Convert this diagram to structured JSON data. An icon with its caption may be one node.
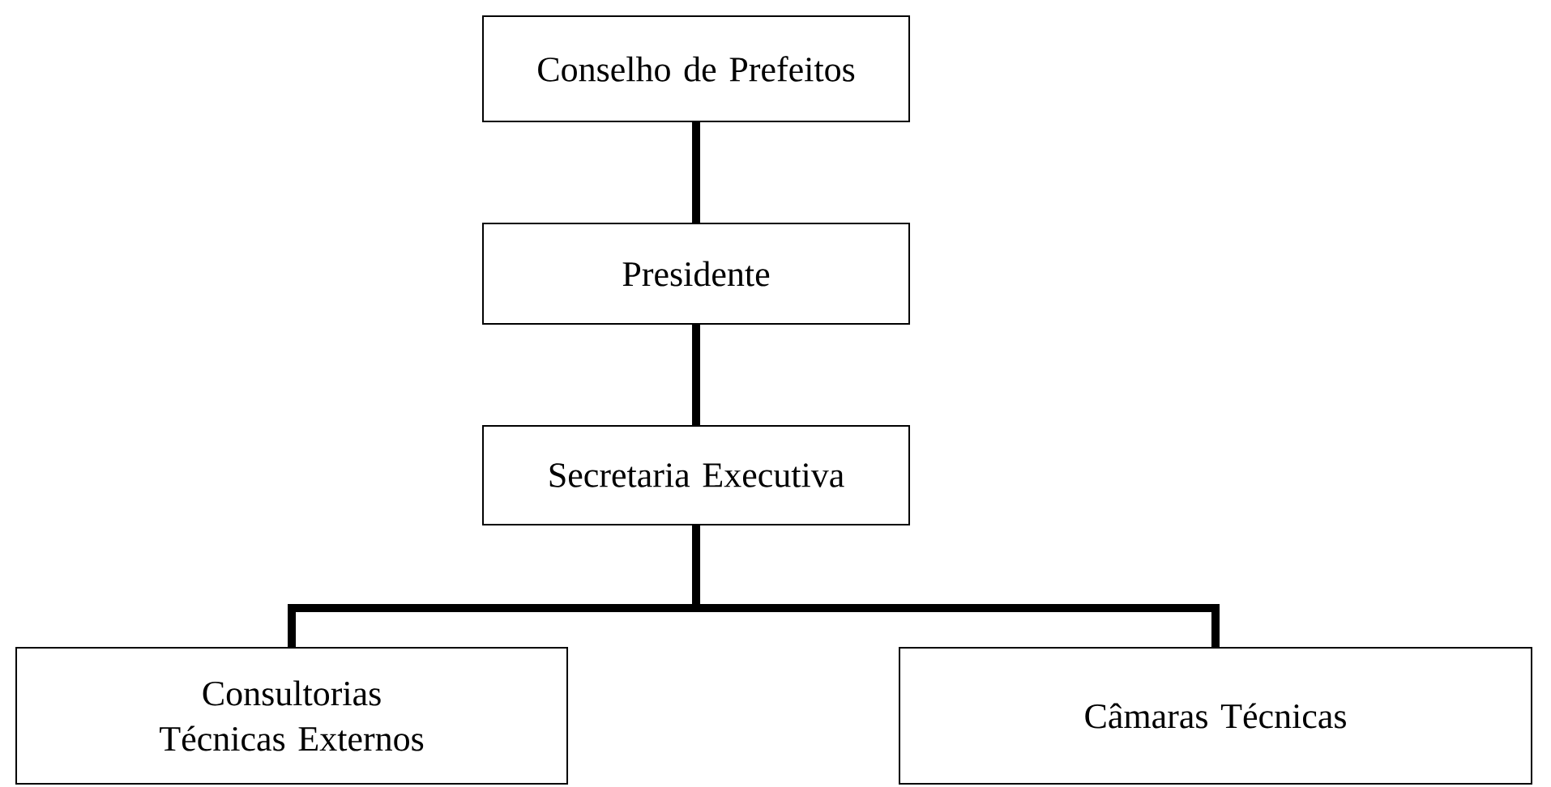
{
  "diagram": {
    "nodes": [
      {
        "text": [
          "Conselho de Prefeitos"
        ]
      },
      {
        "text": [
          "Presidente"
        ]
      },
      {
        "text": [
          "Secretaria Executiva"
        ]
      },
      {
        "text": [
          "Consultorias Técnicas Externos"
        ]
      },
      {
        "text": [
          "Câmaras Técnicas"
        ]
      }
    ],
    "edges": [
      {
        "from": 0,
        "to": 1,
        "arrow": "none"
      },
      {
        "from": 1,
        "to": 2,
        "arrow": "none"
      },
      {
        "from": 2,
        "to": 3,
        "arrow": "none"
      },
      {
        "from": 2,
        "to": 4,
        "arrow": "none"
      }
    ]
  }
}
